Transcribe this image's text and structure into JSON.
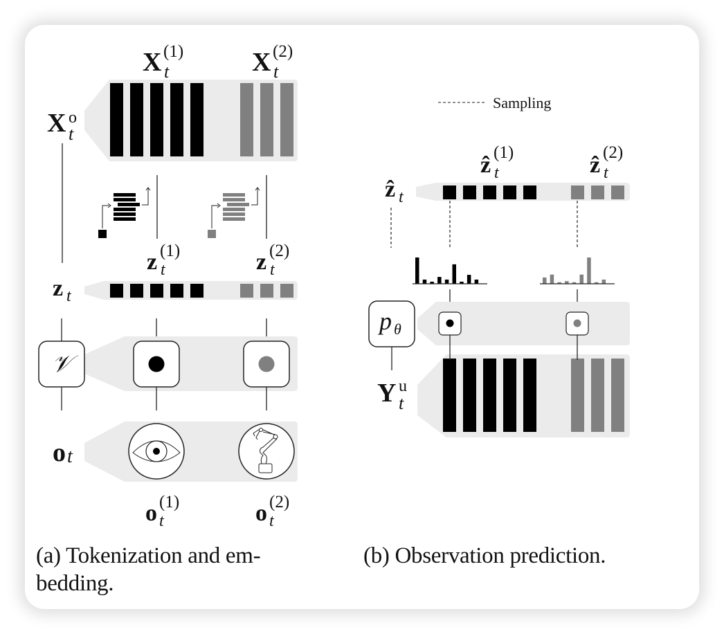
{
  "colors": {
    "primary_token": "#000000",
    "secondary_token": "#808080",
    "band": "#ebebeb",
    "line": "#222222"
  },
  "panel_a": {
    "caption": "(a) Tokenization and em-",
    "caption_line2": "bedding.",
    "labels": {
      "X_obs": {
        "base": "X",
        "sub": "t",
        "sup": "o"
      },
      "X1": {
        "base": "X",
        "sub": "t",
        "sup": "(1)"
      },
      "X2": {
        "base": "X",
        "sub": "t",
        "sup": "(2)"
      },
      "z": {
        "base": "z",
        "sub": "t"
      },
      "z1": {
        "base": "z",
        "sub": "t",
        "sup": "(1)"
      },
      "z2": {
        "base": "z",
        "sub": "t",
        "sup": "(2)"
      },
      "V": "𝒱",
      "o": {
        "base": "o",
        "sub": "t"
      },
      "o1": {
        "base": "o",
        "sub": "t",
        "sup": "(1)"
      },
      "o2": {
        "base": "o",
        "sub": "t",
        "sup": "(2)"
      }
    },
    "modality1_token_count": 5,
    "modality2_token_count": 3,
    "icons": [
      "eye-icon",
      "robot-arm-icon"
    ]
  },
  "panel_b": {
    "caption": "(b) Observation prediction.",
    "legend": {
      "label": "Sampling",
      "style": "dashed"
    },
    "labels": {
      "zhat": {
        "base": "ẑ",
        "sub": "t"
      },
      "zhat1": {
        "base": "ẑ",
        "sub": "t",
        "sup": "(1)"
      },
      "zhat2": {
        "base": "ẑ",
        "sub": "t",
        "sup": "(2)"
      },
      "p": {
        "base": "p",
        "sub": "θ"
      },
      "Y": {
        "base": "Y",
        "sub": "t",
        "sup": "u"
      }
    },
    "histogram1": [
      1.0,
      0.16,
      0.08,
      0.26,
      0.16,
      0.74,
      0.08,
      0.34,
      0.16
    ],
    "histogram2": [
      0.24,
      0.35,
      0.06,
      0.1,
      0.06,
      0.35,
      1.0,
      0.06,
      0.16
    ]
  }
}
